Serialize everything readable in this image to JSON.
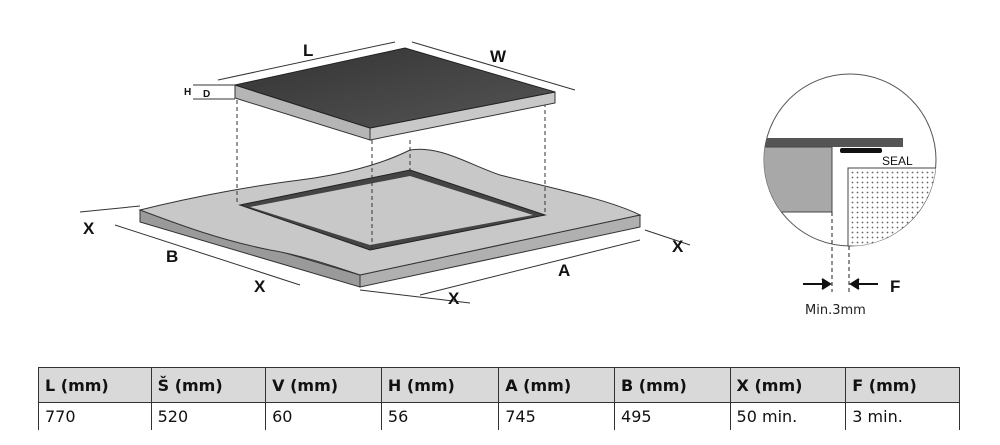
{
  "diagram": {
    "labels": {
      "L": "L",
      "W": "W",
      "H": "H",
      "D": "D",
      "B": "B",
      "A": "A",
      "X1": "X",
      "X2": "X",
      "X3": "X",
      "X4": "X"
    },
    "detail": {
      "seal": "SEAL",
      "F": "F",
      "min": "Min.3mm"
    }
  },
  "table": {
    "headers": [
      "L (mm)",
      "Š (mm)",
      "V (mm)",
      "H (mm)",
      "A (mm)",
      "B (mm)",
      "X (mm)",
      "F (mm)"
    ],
    "values": [
      "770",
      "520",
      "60",
      "56",
      "745",
      "495",
      "50 min.",
      "3 min."
    ]
  }
}
